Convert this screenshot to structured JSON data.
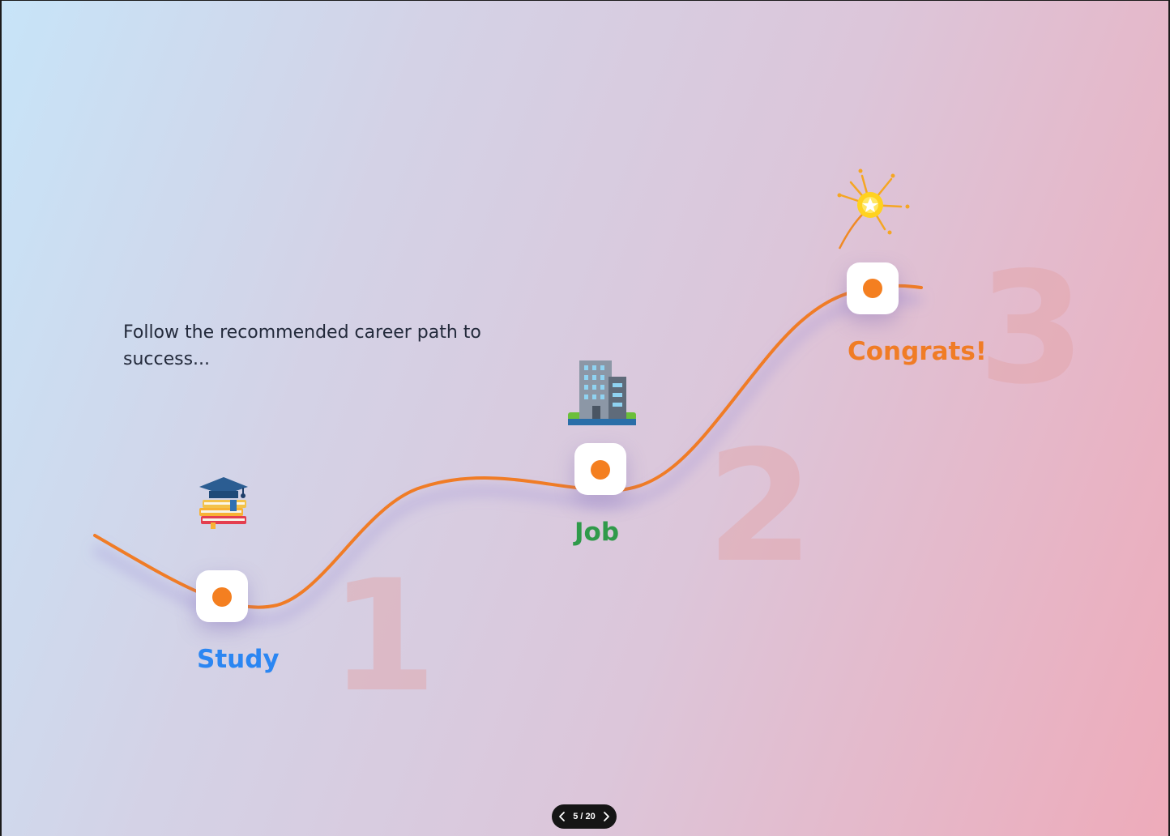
{
  "intro_text": "Follow the recommended career path to success...",
  "steps": [
    {
      "number": "1",
      "label": "Study",
      "color": "#2b86f2",
      "icon": "graduation-books-icon"
    },
    {
      "number": "2",
      "label": "Job",
      "color": "#2f9a4a",
      "icon": "office-building-icon"
    },
    {
      "number": "3",
      "label": "Congrats!",
      "color": "#f07c26",
      "icon": "firework-sparkler-icon"
    }
  ],
  "path_color": "#f07c26",
  "pager": {
    "current": "5",
    "separator": "/",
    "total": "20",
    "text": "5 / 20",
    "prev_icon": "chevron-left-icon",
    "next_icon": "chevron-right-icon"
  }
}
